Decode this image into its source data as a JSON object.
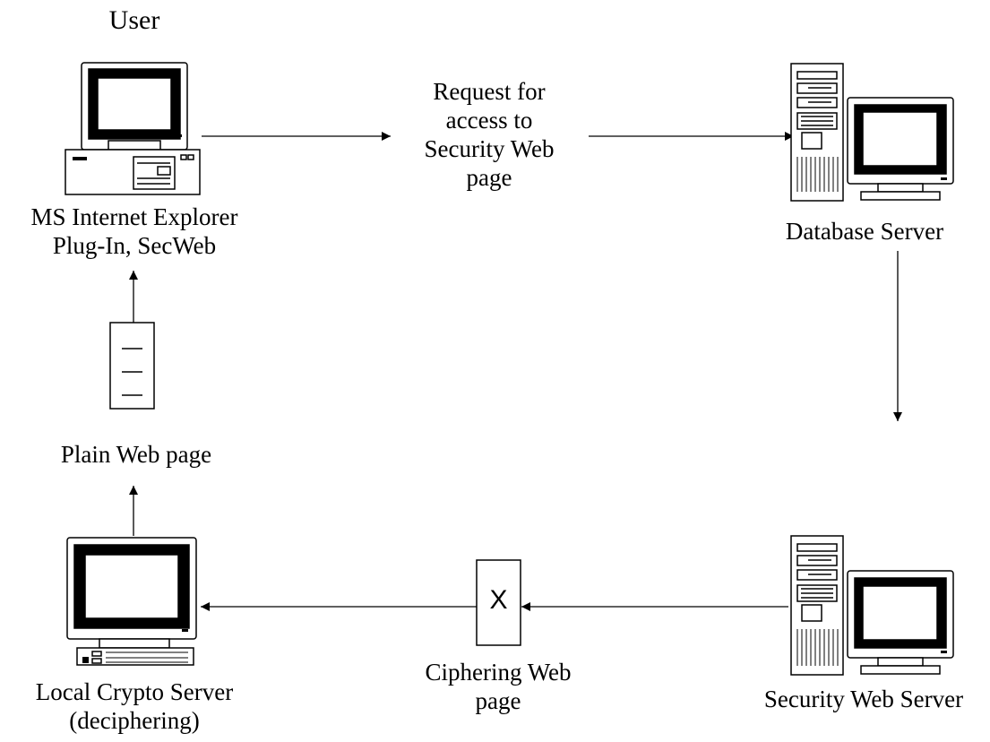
{
  "nodes": {
    "user": {
      "title": "User",
      "lines": [
        "MS Internet Explorer",
        "Plug-In, SecWeb"
      ],
      "icon": "desktop-computer-icon"
    },
    "request": {
      "lines": [
        "Request for",
        "access to",
        "Security Web",
        "page"
      ]
    },
    "db_server": {
      "lines": [
        "Database Server"
      ],
      "icon": "server-workstation-icon"
    },
    "plain_page": {
      "lines": [
        "Plain Web page"
      ],
      "icon": "web-page-icon"
    },
    "local_crypto": {
      "lines": [
        "Local Crypto Server",
        "(deciphering)"
      ],
      "icon": "monitor-keyboard-icon"
    },
    "cipher_page": {
      "symbol": "X",
      "lines": [
        "Ciphering Web",
        "page"
      ],
      "icon": "ciphered-page-icon"
    },
    "sec_server": {
      "lines": [
        "Security Web Server"
      ],
      "icon": "server-workstation-icon"
    }
  },
  "colors": {
    "stroke": "#000000",
    "background": "#ffffff"
  }
}
